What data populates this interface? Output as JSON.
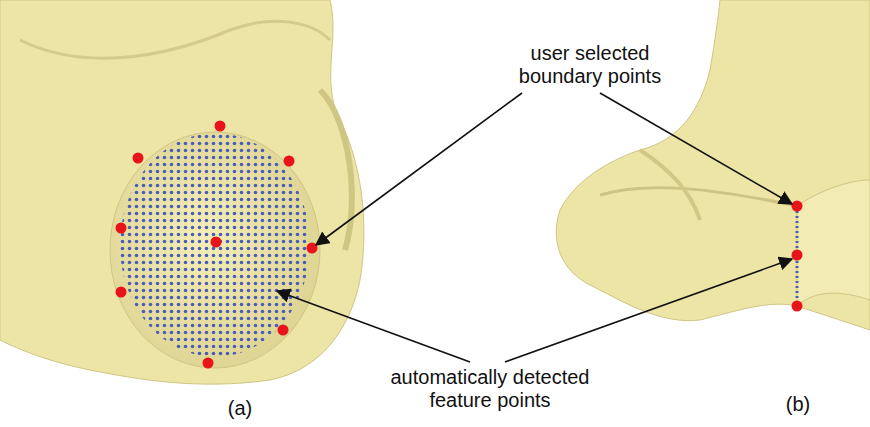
{
  "diagram": {
    "labels": [
      "user selected boundary points",
      "automatically detected feature points",
      "(a)",
      "(b)"
    ]
  }
}
